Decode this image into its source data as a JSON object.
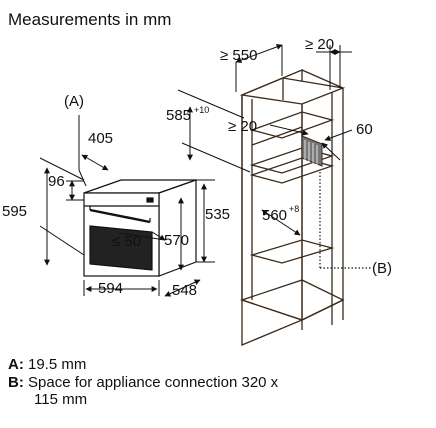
{
  "title": "Measurements in mm",
  "labels": {
    "a_marker": "(A)",
    "b_marker": "(B)"
  },
  "dimensions": {
    "d405": "405",
    "d96": "96",
    "d595": "595",
    "d50": "≤ 50",
    "d570": "570",
    "d535": "535",
    "d594": "594",
    "d548": "548",
    "d550": "≥ 550",
    "d20_top": "≥ 20",
    "d585": "585",
    "d585_sup": "+10",
    "d20_mid": "≥ 20",
    "d60": "60",
    "d560": "560",
    "d560_sup": "+8"
  },
  "legend": {
    "a_key": "A:",
    "a_text": "19.5 mm",
    "b_key": "B:",
    "b_text_line1": "Space for appliance connection 320 x",
    "b_text_line2": "115 mm"
  },
  "colors": {
    "line": "#111111",
    "cabinet": "#3b2a1a",
    "niche_gray": "#777777"
  }
}
